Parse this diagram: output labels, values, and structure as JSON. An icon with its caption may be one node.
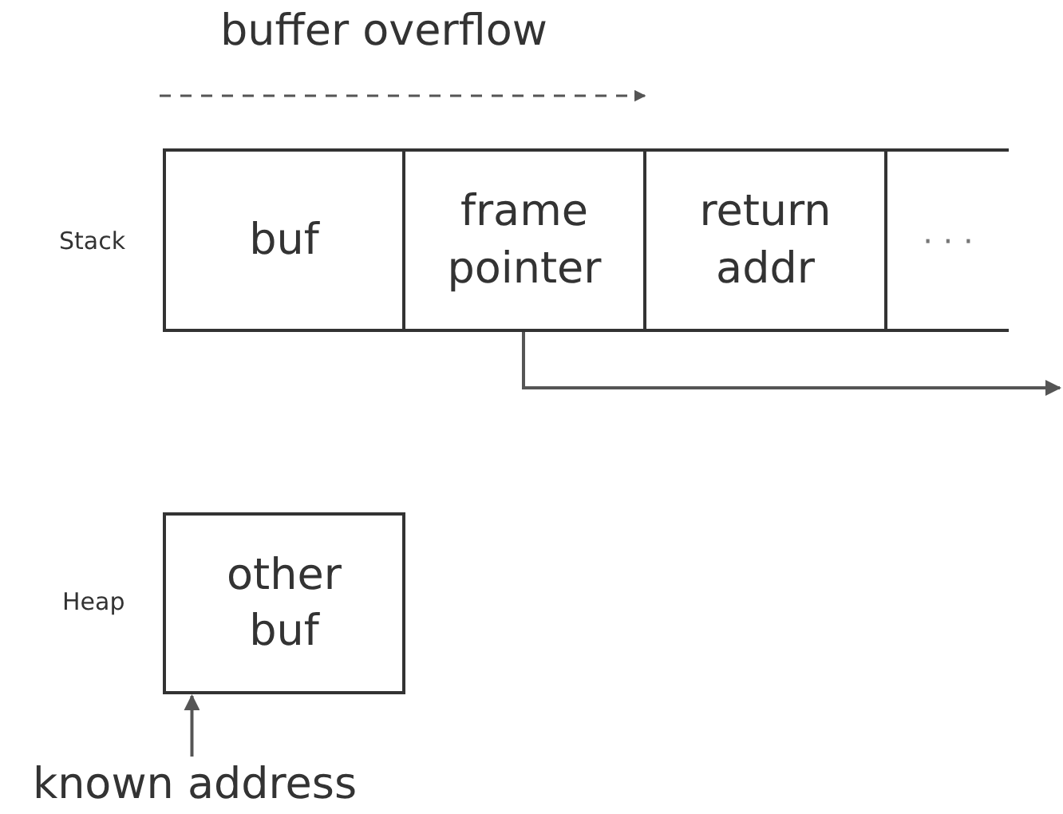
{
  "diagram": {
    "nodes": [
      {
        "text": [
          "buf"
        ]
      },
      {
        "text": [
          "frame pointer"
        ]
      },
      {
        "text": [
          "return addr"
        ]
      },
      {
        "text": [
          "· · ·"
        ]
      },
      {
        "text": [
          "other buf"
        ]
      },
      {
        "text": [
          "known address"
        ]
      }
    ],
    "edges": [
      {
        "from": 1,
        "to": null,
        "arrow": "to"
      },
      {
        "from": 5,
        "to": 4,
        "arrow": "to"
      }
    ],
    "labels": [
      "buffer overflow",
      "Stack",
      "Heap"
    ]
  }
}
